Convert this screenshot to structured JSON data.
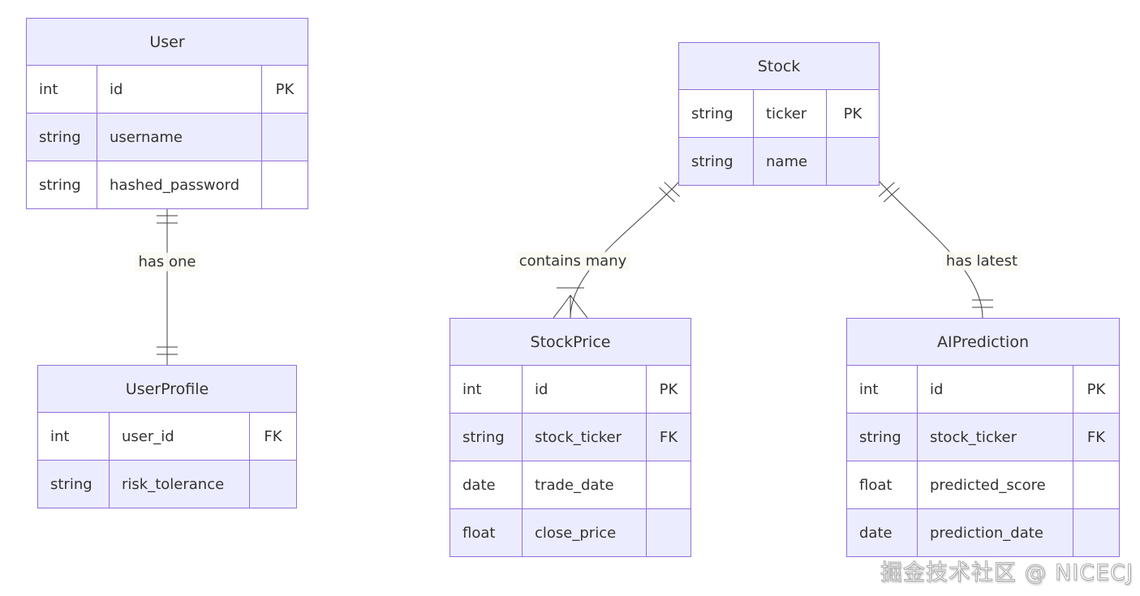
{
  "diagram": {
    "entities": [
      {
        "name": "User",
        "rows": [
          {
            "type": "int",
            "attr": "id",
            "key": "PK"
          },
          {
            "type": "string",
            "attr": "username",
            "key": ""
          },
          {
            "type": "string",
            "attr": "hashed_password",
            "key": ""
          }
        ]
      },
      {
        "name": "UserProfile",
        "rows": [
          {
            "type": "int",
            "attr": "user_id",
            "key": "FK"
          },
          {
            "type": "string",
            "attr": "risk_tolerance",
            "key": ""
          }
        ]
      },
      {
        "name": "Stock",
        "rows": [
          {
            "type": "string",
            "attr": "ticker",
            "key": "PK"
          },
          {
            "type": "string",
            "attr": "name",
            "key": ""
          }
        ]
      },
      {
        "name": "StockPrice",
        "rows": [
          {
            "type": "int",
            "attr": "id",
            "key": "PK"
          },
          {
            "type": "string",
            "attr": "stock_ticker",
            "key": "FK"
          },
          {
            "type": "date",
            "attr": "trade_date",
            "key": ""
          },
          {
            "type": "float",
            "attr": "close_price",
            "key": ""
          }
        ]
      },
      {
        "name": "AIPrediction",
        "rows": [
          {
            "type": "int",
            "attr": "id",
            "key": "PK"
          },
          {
            "type": "string",
            "attr": "stock_ticker",
            "key": "FK"
          },
          {
            "type": "float",
            "attr": "predicted_score",
            "key": ""
          },
          {
            "type": "date",
            "attr": "prediction_date",
            "key": ""
          }
        ]
      }
    ],
    "relationships": [
      {
        "from": "User",
        "to": "UserProfile",
        "label": "has one",
        "from_cardinality": "exactly-one",
        "to_cardinality": "exactly-one"
      },
      {
        "from": "Stock",
        "to": "StockPrice",
        "label": "contains many",
        "from_cardinality": "exactly-one",
        "to_cardinality": "one-or-more"
      },
      {
        "from": "Stock",
        "to": "AIPrediction",
        "label": "has latest",
        "from_cardinality": "exactly-one",
        "to_cardinality": "exactly-one"
      }
    ]
  },
  "colors": {
    "entity_fill": "#ECECFF",
    "entity_alt_row": "#ffffff",
    "entity_border": "#9370DB",
    "text": "#333333",
    "relationship_line": "#404040"
  },
  "watermark": {
    "text": "掘金技术社区 @ NICECJ"
  }
}
